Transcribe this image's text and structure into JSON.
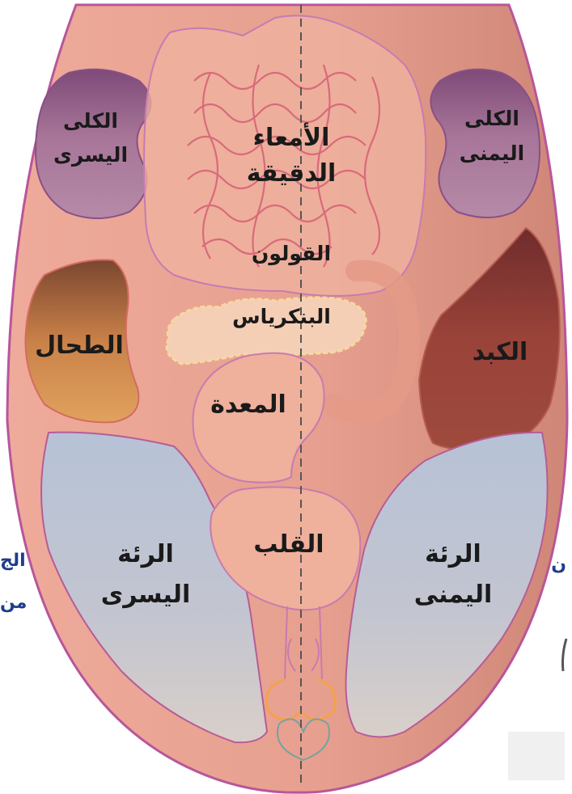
{
  "labels": {
    "left_kidney": [
      "الكلى",
      "اليسرى"
    ],
    "right_kidney": [
      "الكلى",
      "اليمنى"
    ],
    "small_intestine": [
      "الأمعاء",
      "الدقيقة"
    ],
    "colon": "القولون",
    "pancreas": "البنكرياس",
    "spleen": "الطحال",
    "liver": "الكبد",
    "stomach": "المعدة",
    "heart": "القلب",
    "left_lung": [
      "الرئة",
      "اليسرى"
    ],
    "right_lung": [
      "الرئة",
      "اليمنى"
    ]
  },
  "side_text": {
    "left_partial": [
      "الج",
      "من"
    ],
    "right_partial": "ن"
  },
  "colors": {
    "tongue": "#e9a596",
    "tongue_outline": "#b8569a",
    "kidney": "#a77598",
    "spleen": "#d9904f",
    "liver": "#8e3b33",
    "lung": "#bcc4d4",
    "intestine_line": "#d96a7a",
    "pancreas": "#f4cfb6",
    "organ_outline": "#c77bb0",
    "midline": "#555555"
  }
}
